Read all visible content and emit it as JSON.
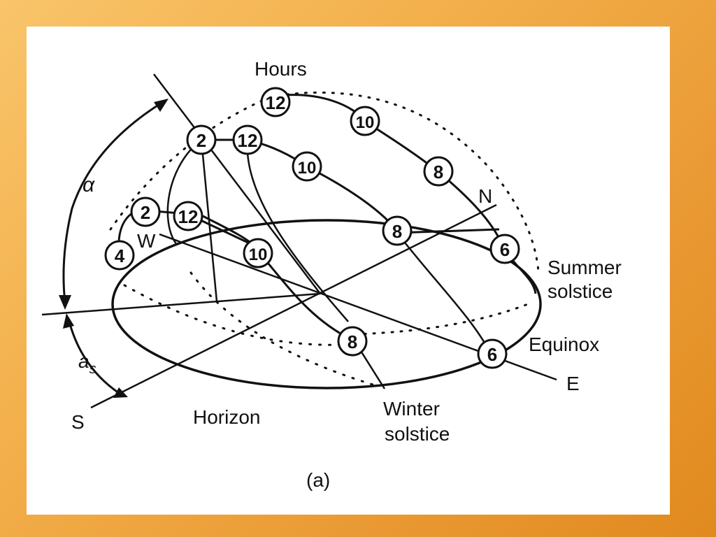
{
  "labels": {
    "hours": "Hours",
    "north": "N",
    "west": "W",
    "south": "S",
    "east": "E",
    "summer_1": "Summer",
    "summer_2": "solstice",
    "equinox": "Equinox",
    "winter_1": "Winter",
    "winter_2": "solstice",
    "horizon": "Horizon",
    "alpha": "α",
    "as_main": "a",
    "as_sub": "s",
    "caption": "(a)"
  },
  "hour_marks": {
    "summer": [
      "12",
      "10",
      "8",
      "6",
      "2",
      "4"
    ],
    "equinox": [
      "12",
      "10",
      "8",
      "6",
      "2"
    ],
    "winter": [
      "12",
      "10",
      "8"
    ]
  }
}
